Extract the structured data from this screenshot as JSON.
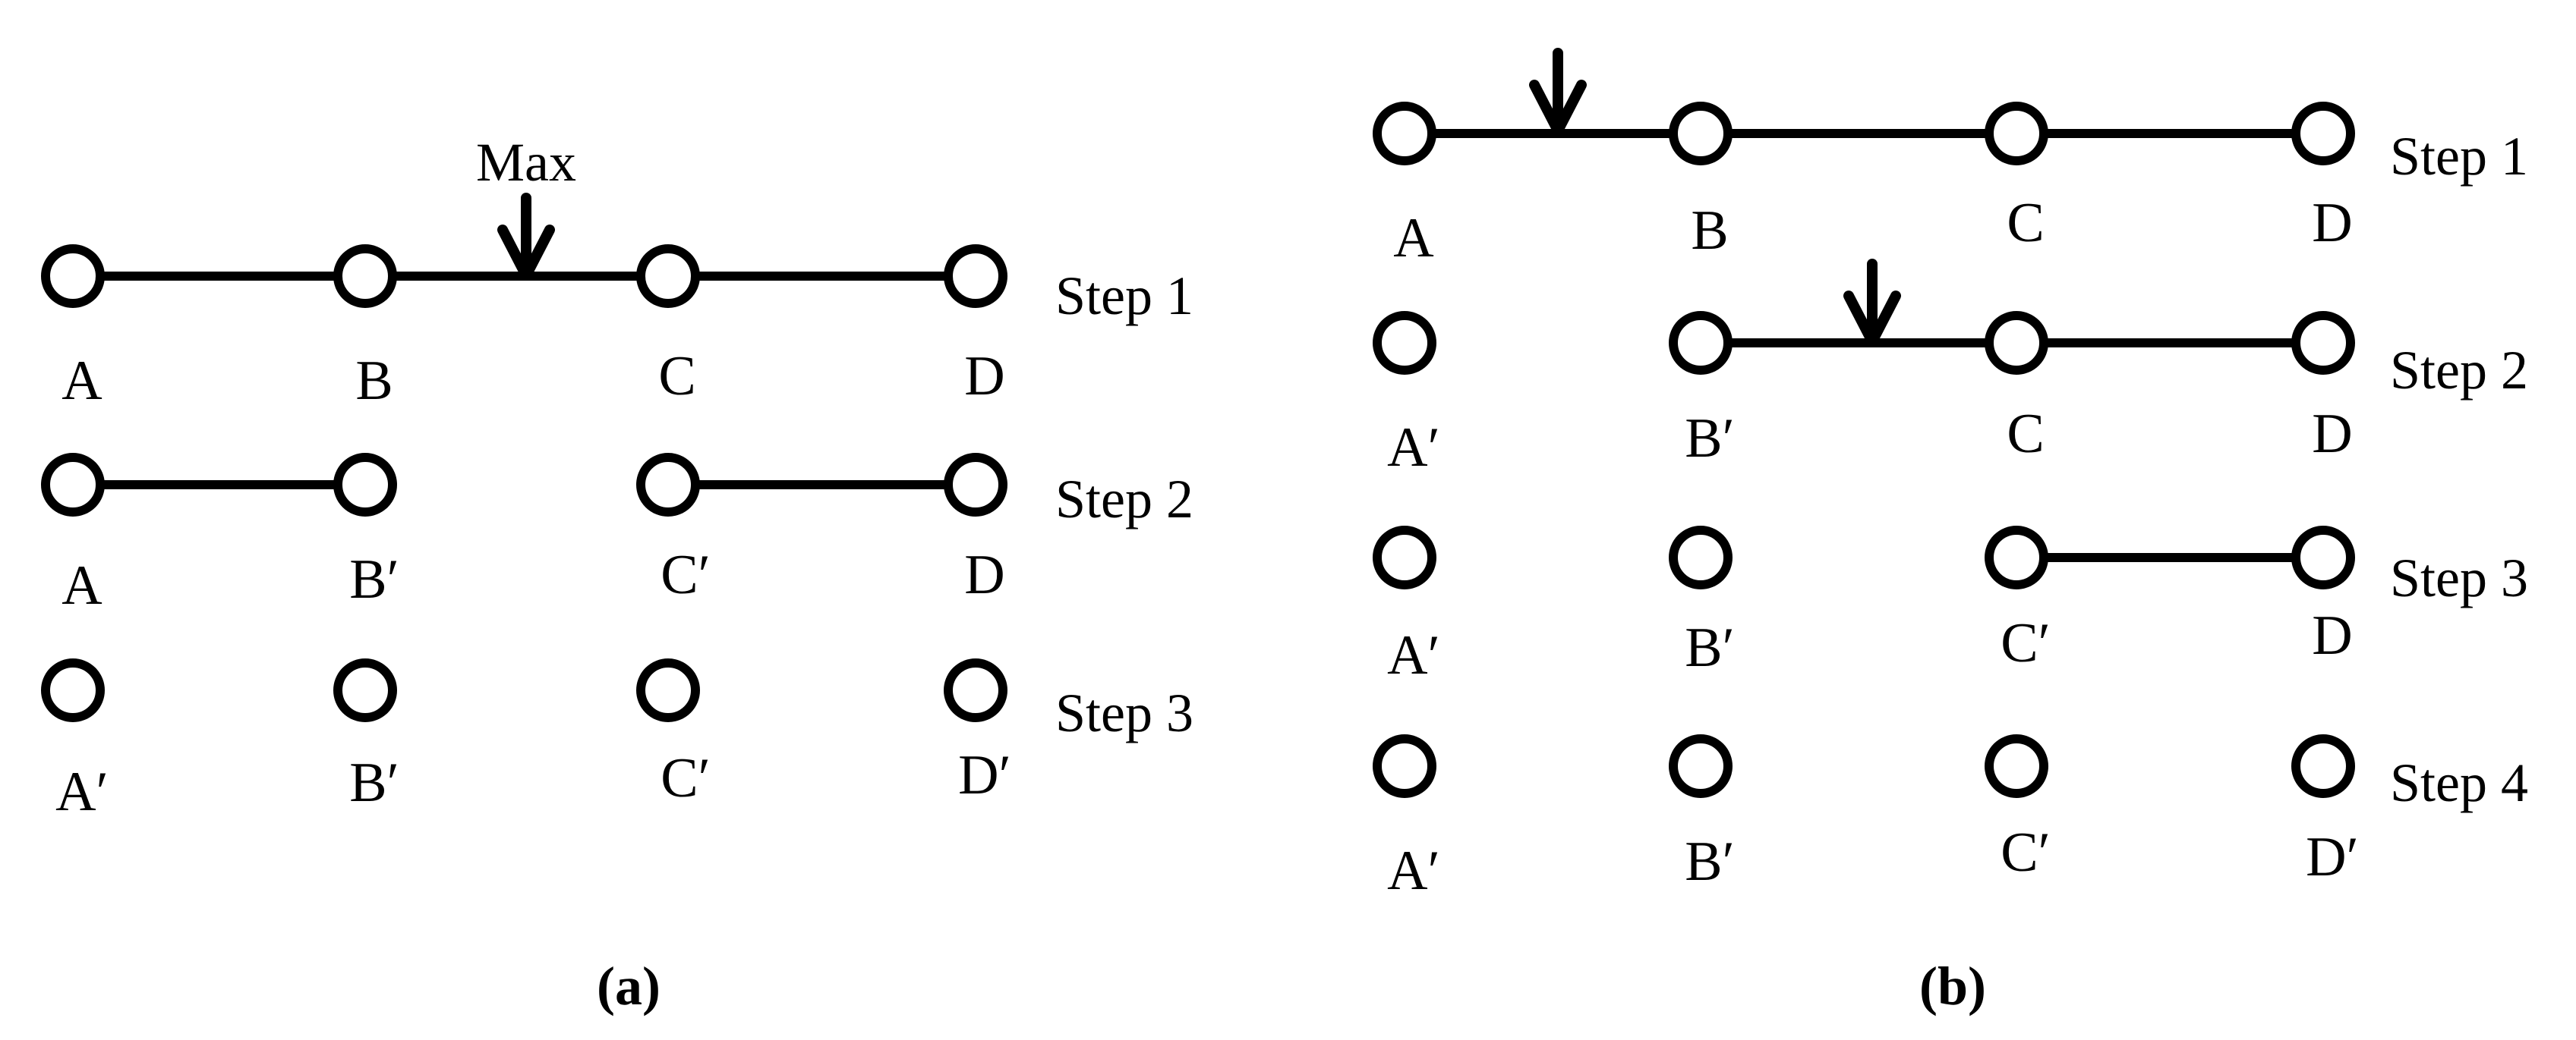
{
  "figure": {
    "colors": {
      "ink": "#000000",
      "background": "#ffffff"
    },
    "panels": {
      "a": {
        "caption": "(a)",
        "arrow_label": "Max",
        "steps": [
          {
            "label": "Step 1",
            "nodes": [
              "A",
              "B",
              "C",
              "D"
            ],
            "edges": [
              "A-B",
              "B-C",
              "C-D"
            ],
            "arrow_between": "B and C"
          },
          {
            "label": "Step 2",
            "nodes": [
              "A",
              "B′",
              "C′",
              "D"
            ],
            "edges": [
              "A-B′",
              "C′-D"
            ]
          },
          {
            "label": "Step 3",
            "nodes": [
              "A′",
              "B′",
              "C′",
              "D′"
            ],
            "edges": []
          }
        ]
      },
      "b": {
        "caption": "(b)",
        "steps": [
          {
            "label": "Step 1",
            "nodes": [
              "A",
              "B",
              "C",
              "D"
            ],
            "edges": [
              "A-B",
              "B-C",
              "C-D"
            ],
            "arrow_between": "A and B"
          },
          {
            "label": "Step 2",
            "nodes": [
              "A′",
              "B′",
              "C",
              "D"
            ],
            "edges": [
              "B′-C",
              "C-D"
            ],
            "arrow_between": "B′ and C"
          },
          {
            "label": "Step 3",
            "nodes": [
              "A′",
              "B′",
              "C′",
              "D"
            ],
            "edges": [
              "C′-D"
            ]
          },
          {
            "label": "Step 4",
            "nodes": [
              "A′",
              "B′",
              "C′",
              "D′"
            ],
            "edges": []
          }
        ]
      }
    }
  }
}
